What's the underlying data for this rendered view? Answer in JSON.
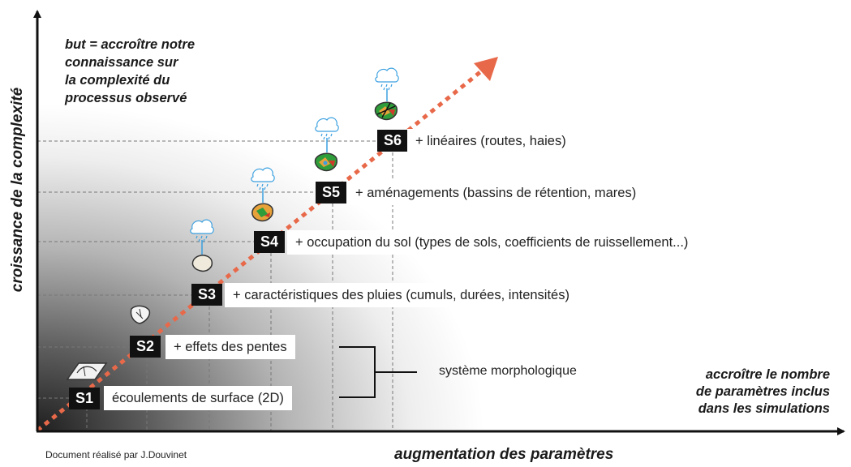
{
  "goal": {
    "lines": [
      "but = accroître notre",
      "connaissance sur",
      "la complexité du",
      "processus observé"
    ]
  },
  "y_axis_title": "croissance de la complexité",
  "x_axis_title": "augmentation des paramètres",
  "x_axis_note": {
    "lines": [
      "accroître le nombre",
      "de paramètres inclus",
      "dans les simulations"
    ]
  },
  "steps": [
    {
      "id": "S1",
      "label": "écoulements de surface (2D)",
      "icon": "flat-terrain-sheet-icon"
    },
    {
      "id": "S2",
      "label": "+ effets des pentes",
      "icon": "slope-outline-icon"
    },
    {
      "id": "S3",
      "label": "+ caractéristiques des pluies (cumuls, durées, intensités)",
      "icon": "rain-cloud-over-catchment-icon"
    },
    {
      "id": "S4",
      "label": "+ occupation du sol (types de sols, coefficients de ruissellement...)",
      "icon": "rain-cloud-over-landuse-icon"
    },
    {
      "id": "S5",
      "label": "+ aménagements (bassins de rétention, mares)",
      "icon": "rain-cloud-over-landuse-icon"
    },
    {
      "id": "S6",
      "label": "+ linéaires (routes, haies)",
      "icon": "rain-cloud-over-landuse-roads-icon"
    }
  ],
  "bracket_label": "système morphologique",
  "credit": "Document réalisé par J.Douvinet",
  "colors": {
    "trend_arrow": "#e8694a",
    "tag_background": "#111111",
    "rain_drops": "#3aa0e0",
    "land_green": "#2f9d3a",
    "land_orange": "#e8a23a",
    "land_red": "#cf3a2a"
  }
}
